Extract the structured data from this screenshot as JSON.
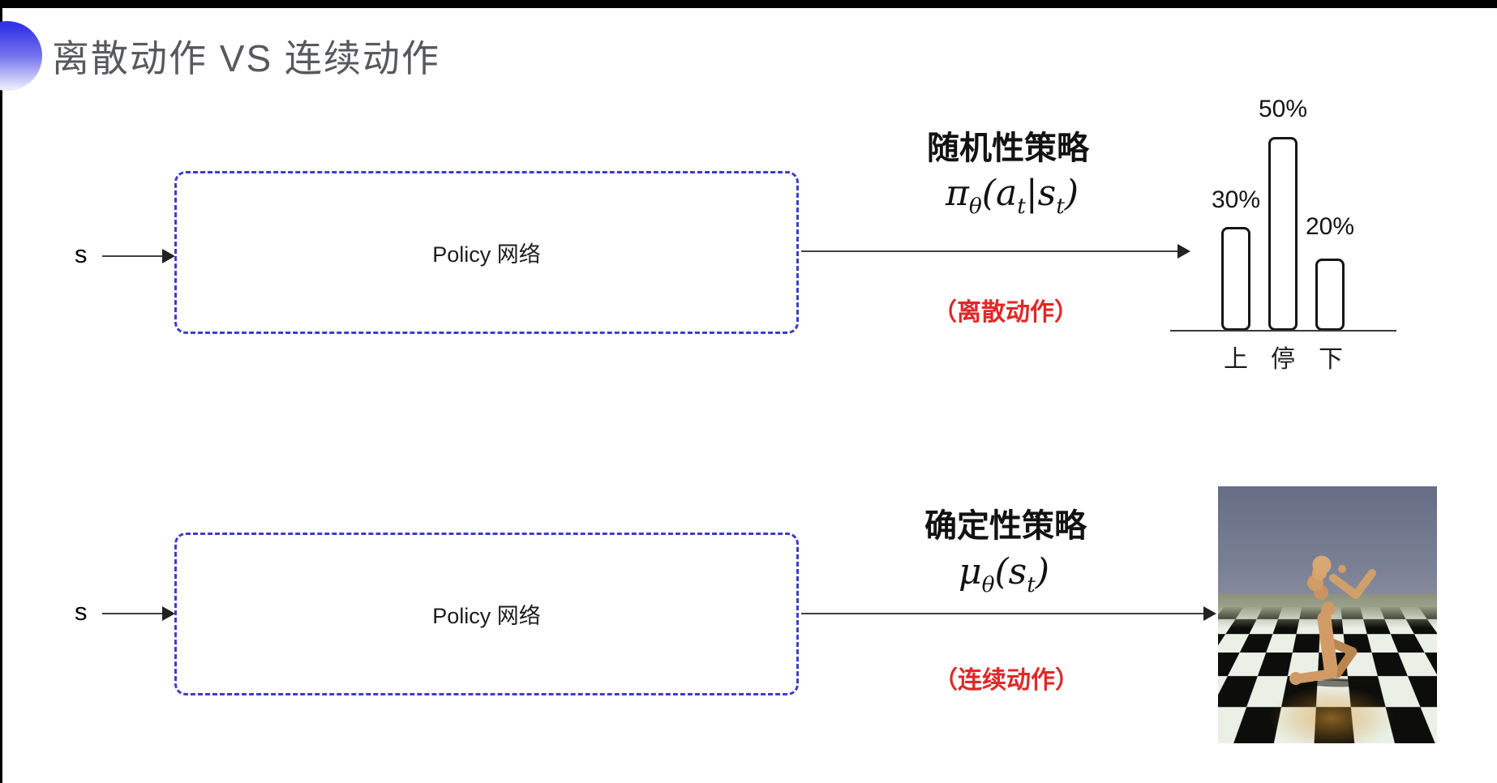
{
  "title": "离散动作 VS 连续动作",
  "rows": {
    "top": {
      "input": "s",
      "box": "Policy 网络",
      "policy": "随机性策略",
      "formula": {
        "lead": "π",
        "lead_sub": "θ",
        "open": "(",
        "arg1": "a",
        "arg1_sub": "t",
        "sep": "|",
        "arg2": "s",
        "arg2_sub": "t",
        "close": ")"
      },
      "note": "（离散动作）"
    },
    "bottom": {
      "input": "s",
      "box": "Policy 网络",
      "policy": "确定性策略",
      "formula": {
        "lead": "μ",
        "lead_sub": "θ",
        "open": "(",
        "arg1": "s",
        "arg1_sub": "t",
        "close": ")"
      },
      "note": "（连续动作）"
    }
  },
  "chart": {
    "bars": [
      {
        "category": "上",
        "pct": "30%"
      },
      {
        "category": "停",
        "pct": "50%"
      },
      {
        "category": "下",
        "pct": "20%"
      }
    ]
  },
  "chart_data": {
    "type": "bar",
    "categories": [
      "上",
      "停",
      "下"
    ],
    "values": [
      30,
      50,
      20
    ],
    "unit": "%",
    "value_labels": [
      "30%",
      "50%",
      "20%"
    ],
    "ylim": [
      0,
      50
    ],
    "grid": false,
    "legend": false
  },
  "colors": {
    "box_dash_blue": "#3d3dcb",
    "note_red": "#e02828",
    "title_gray": "#57595e",
    "bar_outline": "#161616"
  }
}
